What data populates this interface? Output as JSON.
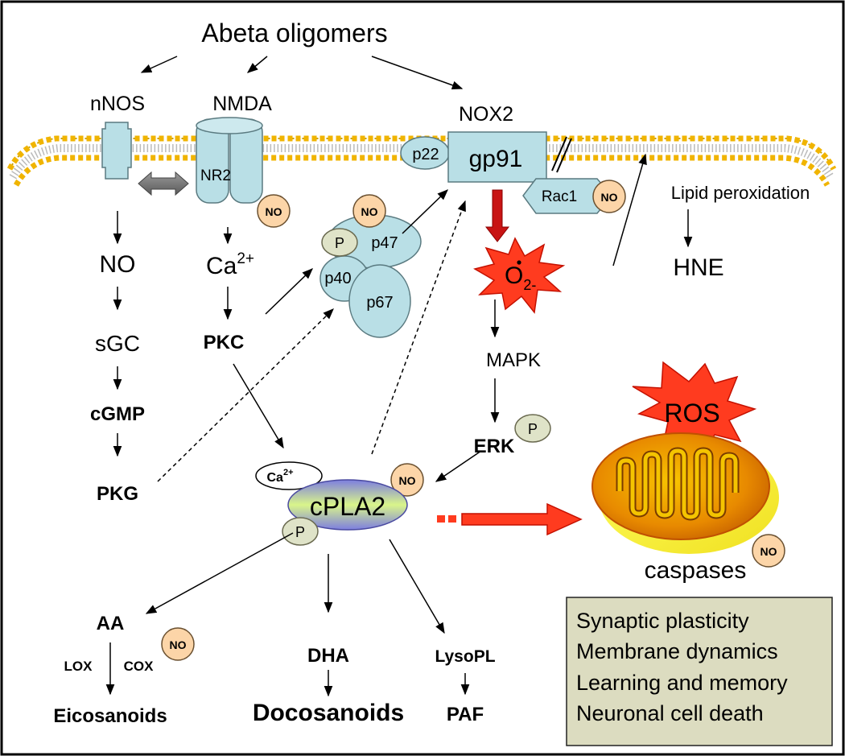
{
  "colors": {
    "protein_fill": "#b9dfe6",
    "no_fill": "#fcd5a8",
    "phospho_fill": "#dfe3c8",
    "membrane_gold": "#f0b400",
    "ros_red": "#ff3b1f",
    "legend_box_fill": "#dcdcc0",
    "big_arrow_red": "#e02020"
  },
  "labels": {
    "abeta": "Abeta oligomers",
    "nnos": "nNOS",
    "nmda": "NMDA",
    "nox2": "NOX2",
    "nr2": "NR2",
    "p22": "p22",
    "gp91": "gp91",
    "rac1": "Rac1",
    "p47": "p47",
    "p40": "p40",
    "p67": "p67",
    "p": "P",
    "no": "NO",
    "no_chain": "NO",
    "ca": "Ca",
    "ca_sup": "2+",
    "o2": "O",
    "o2_sub": "2-",
    "lipid_perox": "Lipid peroxidation",
    "hne": "HNE",
    "sgc": "sGC",
    "cgmp": "cGMP",
    "pkg": "PKG",
    "pkc": "PKC",
    "mapk": "MAPK",
    "erk": "ERK",
    "ros": "ROS",
    "caspases": "caspases",
    "cpla2": "cPLA2",
    "cpla_ca": "Ca",
    "cpla_ca_sup": "2+",
    "aa": "AA",
    "lox": "LOX",
    "cox": "COX",
    "eicosanoids": "Eicosanoids",
    "dha": "DHA",
    "docosanoids": "Docosanoids",
    "lysopl": "LysoPL",
    "paf": "PAF"
  },
  "legend_items": [
    "Synaptic plasticity",
    "Membrane dynamics",
    "Learning and memory",
    "Neuronal cell death"
  ]
}
